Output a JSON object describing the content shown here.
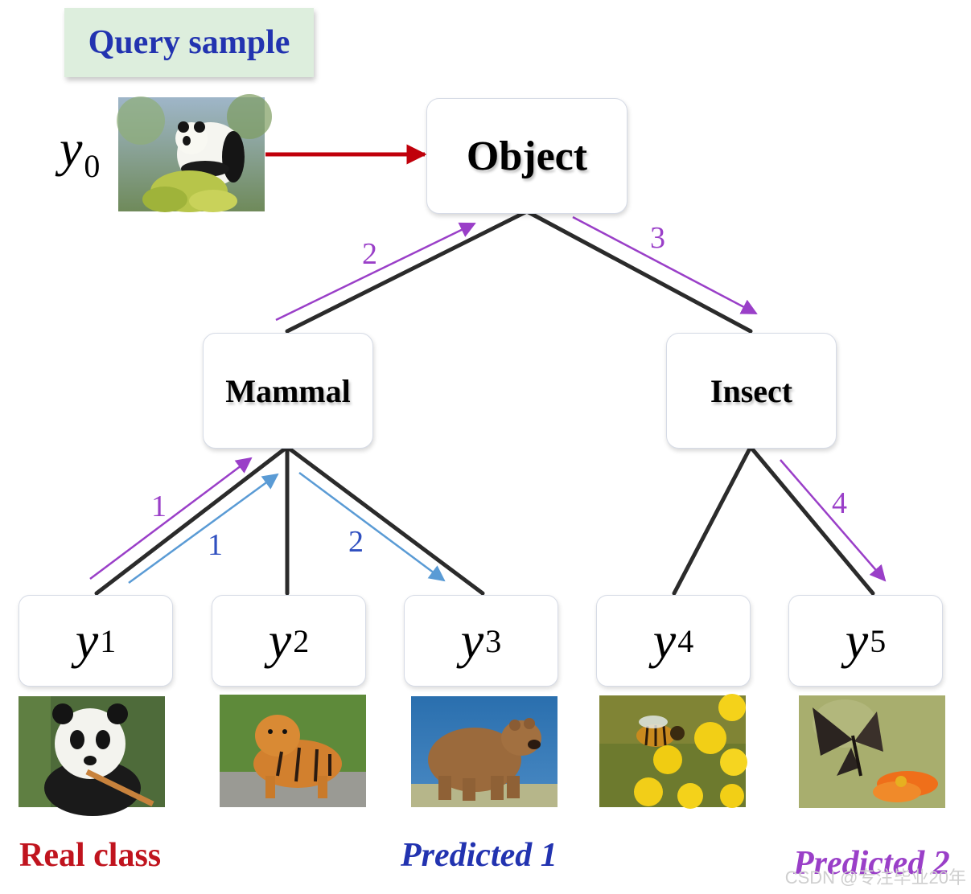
{
  "query": {
    "label": "Query sample"
  },
  "variables": {
    "y0": {
      "base": "y",
      "sub": "0"
    },
    "leaves": [
      {
        "base": "y",
        "sub": "1"
      },
      {
        "base": "y",
        "sub": "2"
      },
      {
        "base": "y",
        "sub": "3"
      },
      {
        "base": "y",
        "sub": "4"
      },
      {
        "base": "y",
        "sub": "5"
      }
    ]
  },
  "nodes": {
    "root": "Object",
    "mammal": "Mammal",
    "insect": "Insect"
  },
  "path_numbers": {
    "mammal_to_object": "2",
    "object_to_insect": "3",
    "purple_y1_up": "1",
    "blue_y1_up": "1",
    "blue_down_y3": "2",
    "insect_to_y5": "4"
  },
  "images": [
    "panda",
    "panda",
    "tiger",
    "bear",
    "bee",
    "butterfly"
  ],
  "captions": {
    "real": "Real class",
    "pred1": "Predicted 1",
    "pred2": "Predicted 2"
  },
  "watermark": "CSDN @专注毕业20年",
  "colors": {
    "purple": "#9a3fc8",
    "blue": "#5a9bd5",
    "red": "#c0000b",
    "edge": "#2b2b2b",
    "title": "#2233b0"
  }
}
